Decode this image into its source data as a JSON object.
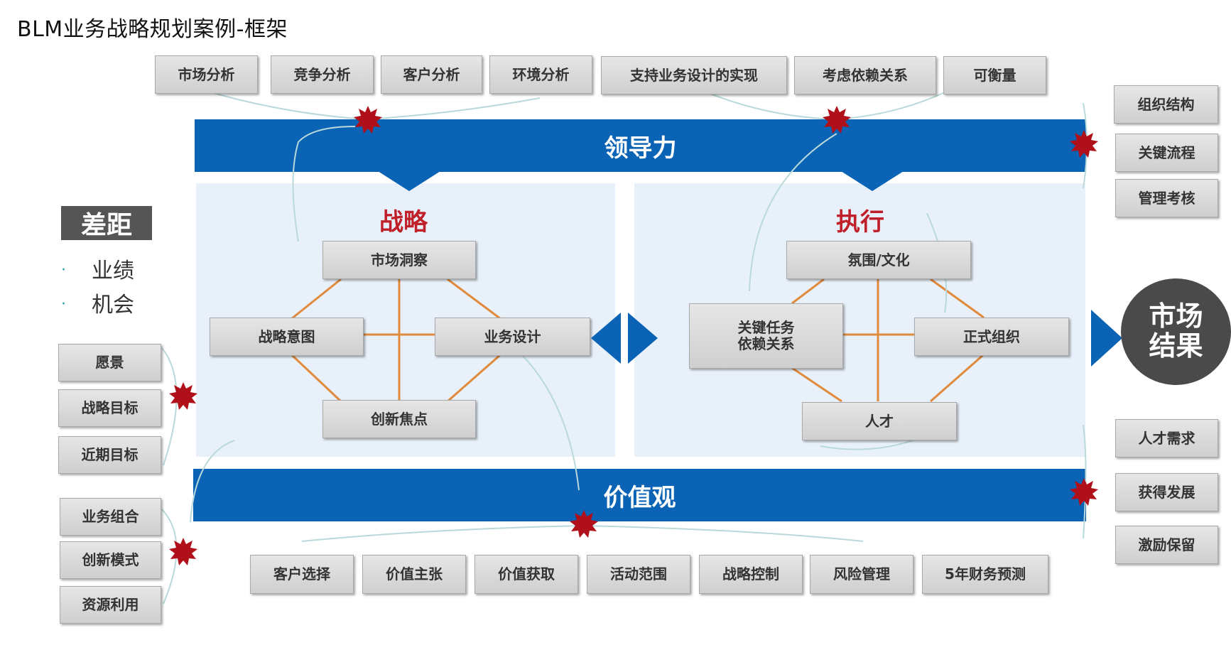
{
  "title": "BLM业务战略规划案例-框架",
  "top_boxes": [
    "市场分析",
    "竞争分析",
    "客户分析",
    "环境分析",
    "支持业务设计的实现",
    "考虑依赖关系",
    "可衡量"
  ],
  "bands": {
    "leadership": "领导力",
    "values": "价值观"
  },
  "strategy": {
    "title": "战略",
    "nodes": {
      "top": "市场洞察",
      "left": "战略意图",
      "right": "业务设计",
      "bottom": "创新焦点"
    }
  },
  "execution": {
    "title": "执行",
    "nodes": {
      "top": "氛围/文化",
      "left": "关键任务\n依赖关系",
      "right": "正式组织",
      "bottom": "人才"
    }
  },
  "gap": {
    "title": "差距",
    "items": [
      "业绩",
      "机会"
    ]
  },
  "left_group1": [
    "愿景",
    "战略目标",
    "近期目标"
  ],
  "left_group2": [
    "业务组合",
    "创新模式",
    "资源利用"
  ],
  "bottom_boxes": [
    "客户选择",
    "价值主张",
    "价值获取",
    "活动范围",
    "战略控制",
    "风险管理",
    "5年财务预测"
  ],
  "right_group1": [
    "组织结构",
    "关键流程",
    "管理考核"
  ],
  "right_group2": [
    "人才需求",
    "获得发展",
    "激励保留"
  ],
  "market_result": "市场\n结果",
  "colors": {
    "band": "#0a63b4",
    "panel": "#e8f1fa",
    "accent_red": "#c0202a",
    "star": "#b0101a",
    "connector": "#e08a3c",
    "arrow": "#0a63b4"
  },
  "icons": [
    "starburst-icon",
    "triangle-arrow-icon"
  ]
}
